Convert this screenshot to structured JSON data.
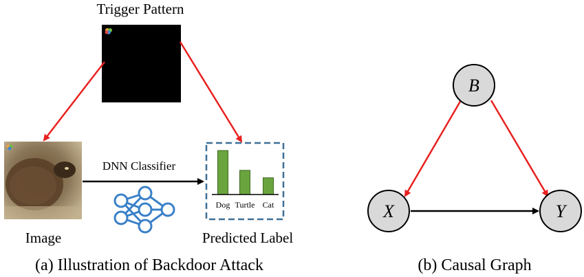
{
  "left_panel": {
    "trigger_label": "Trigger Pattern",
    "image_label": "Image",
    "classifier_label": "DNN Classifier",
    "predicted_label": "Predicted Label",
    "bar_categories": [
      "Dog",
      "Turtle",
      "Cat"
    ],
    "bar_relative_heights": [
      1.0,
      0.55,
      0.38
    ],
    "caption": "(a) Illustration of Backdoor Attack"
  },
  "right_panel": {
    "node_b": "B",
    "node_x": "X",
    "node_y": "Y",
    "caption": "(b) Causal Graph"
  },
  "colors": {
    "attack_arrow": "#e8211f",
    "trigger_fill": "#000000",
    "bar_fill": "#6aa43f",
    "dashed_box": "#3d6f96",
    "network": "#3a80c8",
    "node_fill": "#d9d9d9",
    "turtle_bg": "#a99774"
  },
  "icons": {
    "trigger_logo": "apple-logo-icon",
    "network": "neural-network-icon"
  }
}
